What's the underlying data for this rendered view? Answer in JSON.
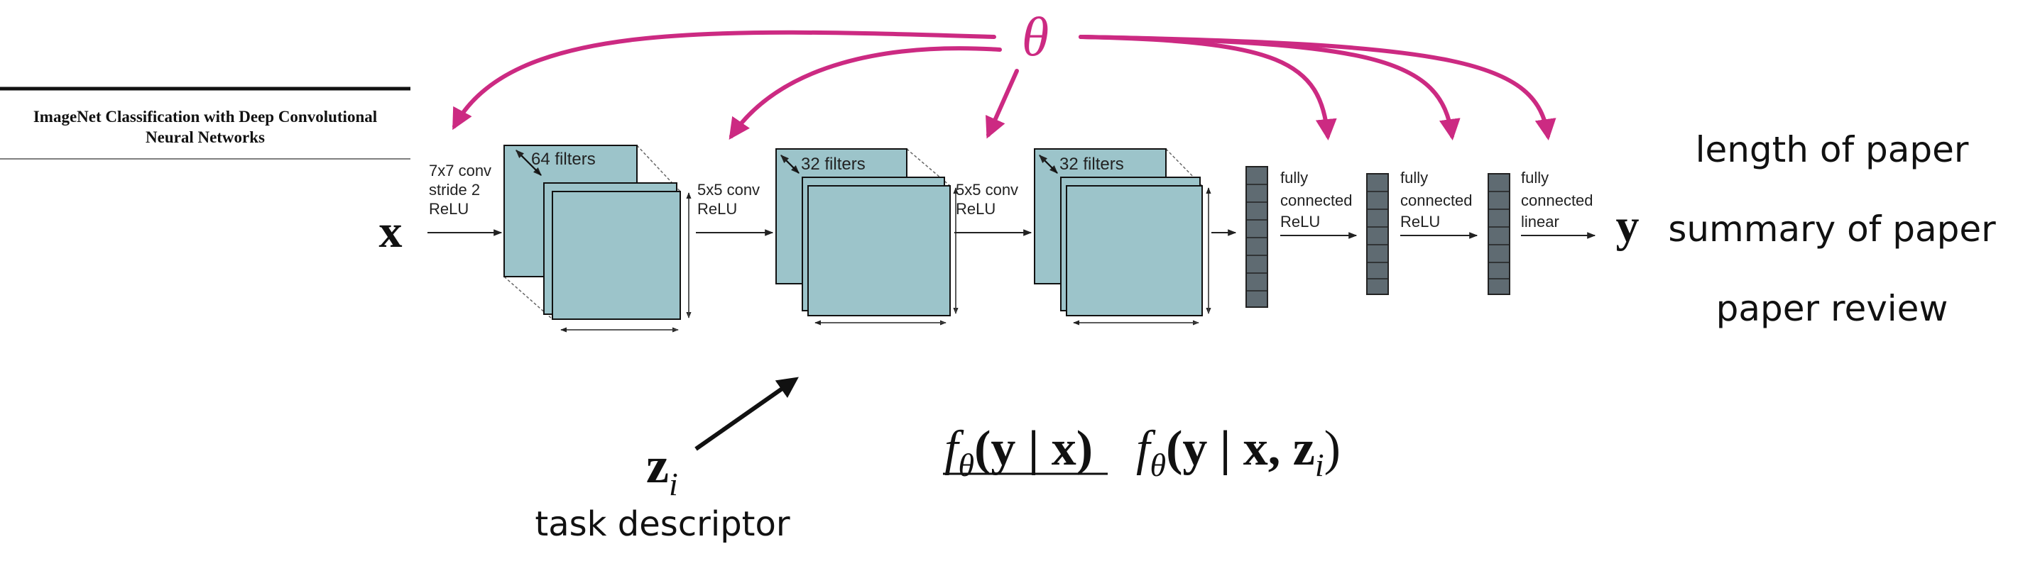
{
  "colors": {
    "accent": "#cc2a82",
    "layer_fill": "#9cc4ca",
    "fc_fill": "#5f6b72",
    "ink": "#111111"
  },
  "theta": "θ",
  "paper": {
    "title_line1": "ImageNet Classification with Deep Convolutional",
    "title_line2": "Neural Networks"
  },
  "input_label": "x",
  "output_label": "y",
  "layers": [
    {
      "op": [
        "7x7 conv",
        "stride 2",
        "ReLU"
      ],
      "filters": "64 filters"
    },
    {
      "op": [
        "5x5 conv",
        "ReLU"
      ],
      "filters": "32 filters"
    },
    {
      "op": [
        "5x5 conv",
        "ReLU"
      ],
      "filters": "32 filters"
    }
  ],
  "fc_layers": [
    [
      "fully",
      "connected",
      "ReLU"
    ],
    [
      "fully",
      "connected",
      "ReLU"
    ],
    [
      "fully",
      "connected",
      "linear"
    ]
  ],
  "outputs": [
    "length of paper",
    "summary of paper",
    "paper review"
  ],
  "task": {
    "symbol": "z",
    "subscript": "i",
    "label": "task descriptor"
  },
  "formula": {
    "crossed": {
      "f": "f",
      "sub": "θ",
      "body": "(y | x)"
    },
    "conditioned": {
      "f": "f",
      "sub": "θ",
      "open": "(y | x, z",
      "zsub": "i",
      "close": ")"
    }
  }
}
